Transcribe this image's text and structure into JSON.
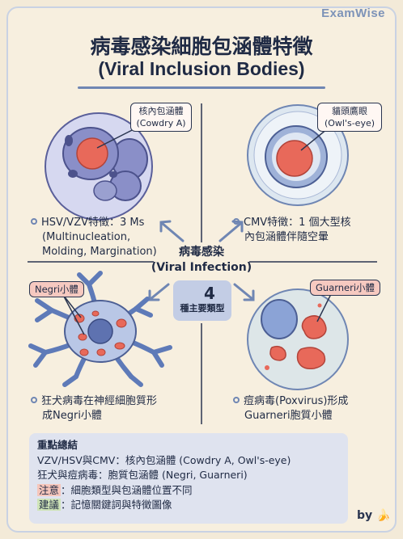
{
  "brand": "ExamWise",
  "title": {
    "zh": "病毒感染細胞包涵體特徵",
    "en": "(Viral Inclusion Bodies)"
  },
  "center": {
    "zh": "病毒感染",
    "en": "(Viral Infection)",
    "badge_num": "4",
    "badge_label": "種主要類型"
  },
  "callouts": {
    "cowdry": [
      "核內包涵體",
      "(Cowdry A)"
    ],
    "owl": [
      "貓頭鷹眼",
      "(Owl's-eye)"
    ],
    "negri": "Negri小體",
    "guarneri": "Guarneri小體"
  },
  "quadrants": {
    "hsv": [
      "HSV/VZV特徵：3 Ms",
      "(Multinucleation,",
      "Molding, Margination)"
    ],
    "cmv": [
      "CMV特徵：1 個大型核",
      "內包涵體伴隨空暈"
    ],
    "rabies": [
      "狂犬病毒在神經細胞質形",
      "成Negri小體"
    ],
    "pox": [
      "痘病毒(Poxvirus)形成",
      "Guarneri胞質小體"
    ]
  },
  "summary": {
    "heading": "重點總結",
    "line1": "VZV/HSV與CMV：核內包涵體 (Cowdry A, Owl's-eye)",
    "line2": "狂犬與痘病毒：胞質包涵體 (Negri, Guarneri)",
    "note_label": "注意",
    "note_text": "：細胞類型與包涵體位置不同",
    "tip_label": "建議",
    "tip_text": "：記憶關鍵詞與特徵圖像"
  },
  "signature": "by 🍌",
  "icons": [
    "clock-icon",
    "banana-icon"
  ],
  "colors": {
    "navy": "#1f2a44",
    "accent_blue": "#6f86b3",
    "pink": "#f6c9c0",
    "red_inclusion": "#e8695a",
    "summary_bg": "#dfe3ef"
  }
}
